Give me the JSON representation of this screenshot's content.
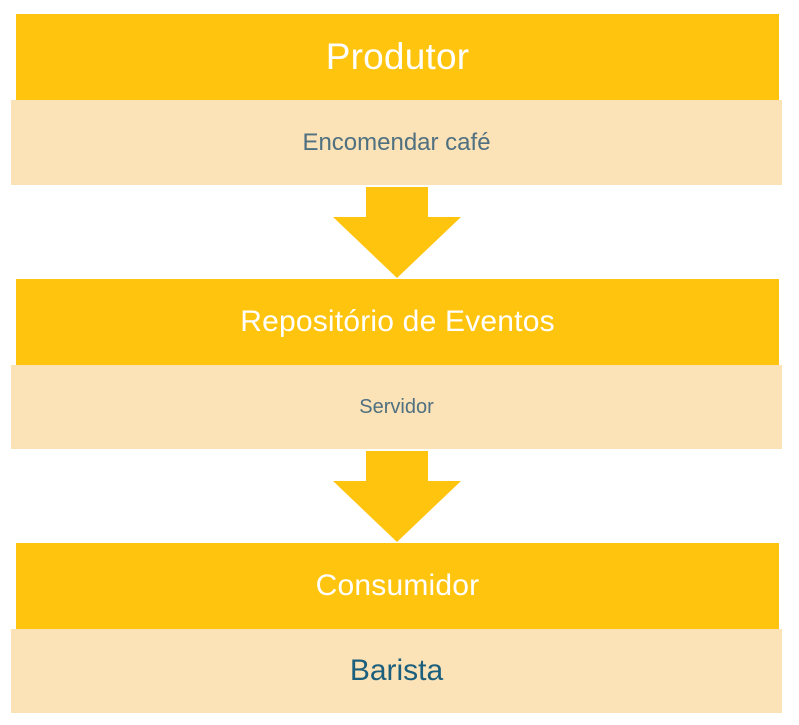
{
  "diagram": {
    "type": "flow",
    "orientation": "vertical",
    "colors": {
      "header_fill": "#ffc40d",
      "body_fill": "#fbe2b7",
      "header_text": "#ffffff",
      "body_text": "#4f7080",
      "body_text_emphasis": "#1b5f7d",
      "arrow_fill": "#ffc40d",
      "background": "#ffffff"
    },
    "nodes": [
      {
        "id": "produtor",
        "header": "Produtor",
        "body": "Encomendar café"
      },
      {
        "id": "repositorio-de-eventos",
        "header": "Repositório de Eventos",
        "body": "Servidor"
      },
      {
        "id": "consumidor",
        "header": "Consumidor",
        "body": "Barista"
      }
    ],
    "arrows": [
      {
        "id": "arrow-1",
        "from": "produtor",
        "to": "repositorio-de-eventos",
        "direction": "down"
      },
      {
        "id": "arrow-2",
        "from": "repositorio-de-eventos",
        "to": "consumidor",
        "direction": "down"
      }
    ]
  }
}
